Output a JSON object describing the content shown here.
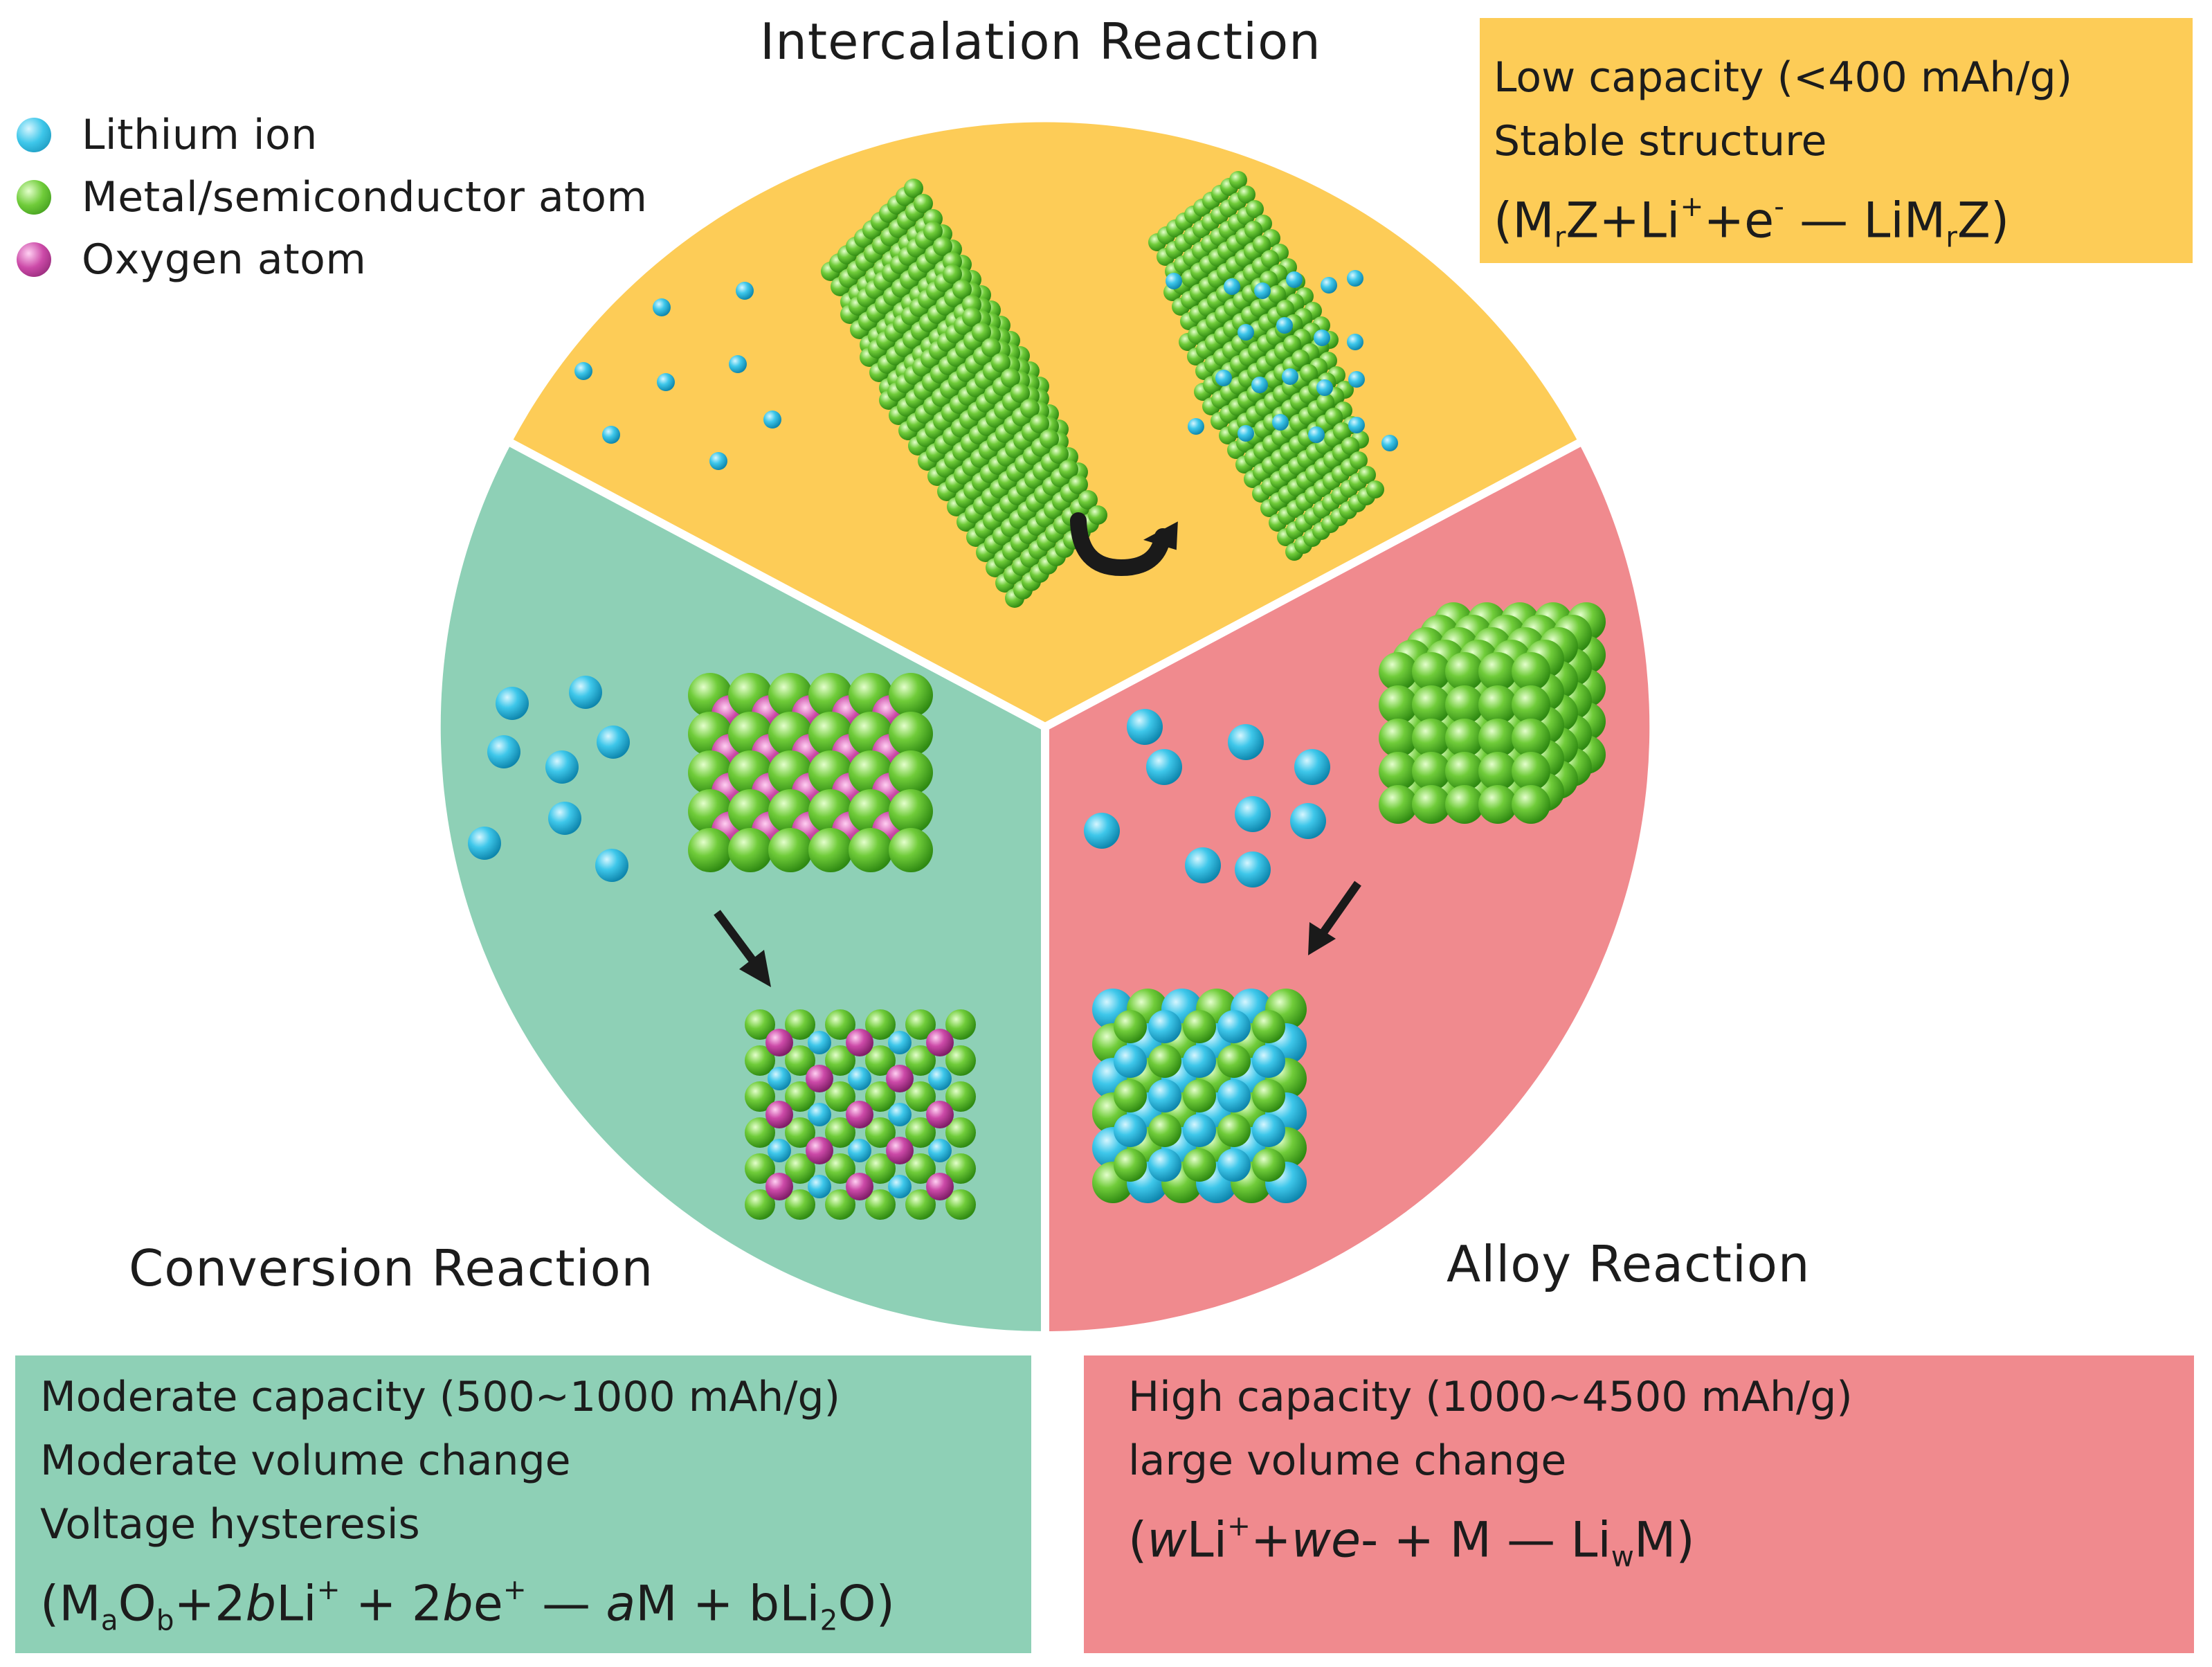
{
  "colors": {
    "intercalation": "#FDCC57",
    "conversion": "#8ED0B6",
    "alloy": "#F08A8E",
    "lithium_ion": "#38C4E6",
    "metal_atom": "#6CCB3A",
    "oxygen_atom": "#C94BA6",
    "divider": "#ffffff",
    "arrow": "#1a1a1a"
  },
  "legend": [
    {
      "label": "Lithium ion",
      "color": "#38C4E6"
    },
    {
      "label": "Metal/semiconductor atom",
      "color": "#6CCB3A"
    },
    {
      "label": "Oxygen atom",
      "color": "#C94BA6"
    }
  ],
  "intercalation": {
    "title": "Intercalation Reaction",
    "line1": "Low capacity (<400 mAh/g)",
    "line2": "Stable structure",
    "eq": {
      "p1": "(M",
      "s1": "r",
      "p2": "Z+Li",
      "s2": "+",
      "p3": "+e",
      "s3": "-",
      "p4": " — LiM",
      "s4": "r",
      "p5": "Z)"
    }
  },
  "conversion": {
    "title": "Conversion Reaction",
    "line1": "Moderate capacity (500~1000 mAh/g)",
    "line2": "Moderate volume change",
    "line3": "Voltage hysteresis",
    "eq": {
      "p1": "(M",
      "s1": "a",
      "p2": "O",
      "s2": "b",
      "p3": "+2",
      "i1": "b",
      "p4": "Li",
      "s3": "+",
      "p5": " + 2",
      "i2": "b",
      "p6": "e",
      "s4": "+",
      "p7": " — ",
      "i3": "a",
      "p8": "M + bLi",
      "s5": "2",
      "p9": "O)"
    }
  },
  "alloy": {
    "title": "Alloy Reaction",
    "line1": "High capacity (1000~4500 mAh/g)",
    "line2": "large volume change",
    "eq": {
      "p1": "(",
      "i1": "w",
      "p2": "Li",
      "s1": "+",
      "p3": "+",
      "i2": "we",
      "p4": "- + M — Li",
      "s2": "w",
      "p5": "M)"
    }
  }
}
